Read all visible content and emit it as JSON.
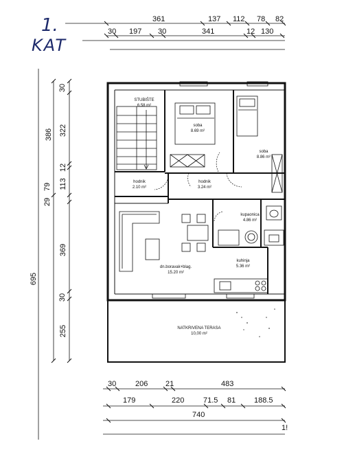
{
  "floor_label": {
    "line1": "1.",
    "line2": "KAT"
  },
  "dimensions": {
    "top_row1": [
      "361",
      "137",
      "112",
      "78",
      "82"
    ],
    "top_row2": [
      "30",
      "197",
      "30",
      "341",
      "12",
      "130"
    ],
    "left_outer": [
      "386",
      "695"
    ],
    "left_inner": [
      "30",
      "322",
      "12",
      "79",
      "113",
      "29",
      "369",
      "30",
      "255"
    ],
    "bottom_row1": [
      "30",
      "206",
      "21",
      "483"
    ],
    "bottom_row2": [
      "179",
      "220",
      "71.5",
      "81",
      "188.5"
    ],
    "bottom_total": "740",
    "bottom_cut": "1!"
  },
  "rooms": {
    "stubiste": {
      "name": "STUBIŠTE",
      "area": "6.58 m²"
    },
    "soba1": {
      "name": "soba",
      "area": "8.69 m²"
    },
    "soba2": {
      "name": "soba",
      "area": "8.86 m²"
    },
    "hodnik1": {
      "name": "hodnik",
      "area": "2.10 m²"
    },
    "hodnik2": {
      "name": "hodnik",
      "area": "3.24 m²"
    },
    "kupaonica": {
      "name": "kupaonica",
      "area": "4.86 m²"
    },
    "kuhinja": {
      "name": "kuhinja",
      "area": "5.36 m²"
    },
    "boravak": {
      "name": "dn.boravak+blag.",
      "area": "15.20 m²"
    },
    "terasa": {
      "name": "NATKRIVENA TERASA",
      "area": "10,00 m²"
    }
  }
}
